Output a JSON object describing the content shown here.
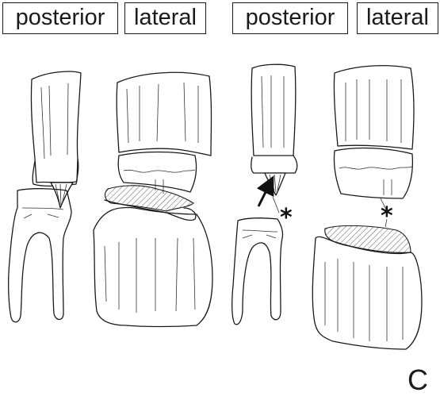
{
  "labels": {
    "left_posterior": "posterior",
    "left_lateral": "lateral",
    "right_posterior": "posterior",
    "right_lateral": "lateral"
  },
  "markers": {
    "asterisk_posterior": "*",
    "asterisk_lateral": "*"
  },
  "panel_letter": "C"
}
